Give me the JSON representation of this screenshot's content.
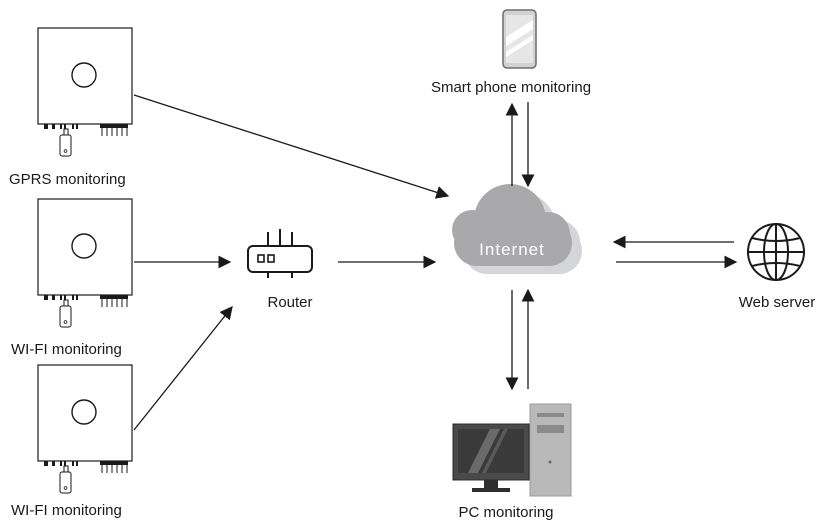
{
  "nodes": {
    "inverter_gprs": {
      "label": "GPRS monitoring"
    },
    "inverter_wifi_1": {
      "label": "WI-FI monitoring"
    },
    "inverter_wifi_2": {
      "label": "WI-FI monitoring"
    },
    "router": {
      "label": "Router",
      "icon": "router-icon"
    },
    "internet": {
      "label": "Internet",
      "icon": "cloud-icon"
    },
    "smartphone": {
      "label": "Smart phone monitoring",
      "icon": "smartphone-icon"
    },
    "web_server": {
      "label": "Web server",
      "icon": "globe-icon"
    },
    "pc": {
      "label": "PC monitoring",
      "icon": "desktop-pc-icon"
    }
  },
  "edges": [
    {
      "from": "inverter_gprs",
      "to": "internet"
    },
    {
      "from": "inverter_wifi_1",
      "to": "router"
    },
    {
      "from": "inverter_wifi_2",
      "to": "router"
    },
    {
      "from": "router",
      "to": "internet"
    },
    {
      "from": "internet",
      "to": "smartphone"
    },
    {
      "from": "smartphone",
      "to": "internet"
    },
    {
      "from": "web_server",
      "to": "internet"
    },
    {
      "from": "internet",
      "to": "web_server"
    },
    {
      "from": "internet",
      "to": "pc"
    },
    {
      "from": "pc",
      "to": "internet"
    }
  ],
  "colors": {
    "line": "#1a1a1a",
    "cloud_fill": "#a9a9ab",
    "cloud_shadow": "#d4d5d9",
    "cloud_text": "#ffffff",
    "monitor_screen": "#444444",
    "pc_tower": "#b9b9b9"
  }
}
